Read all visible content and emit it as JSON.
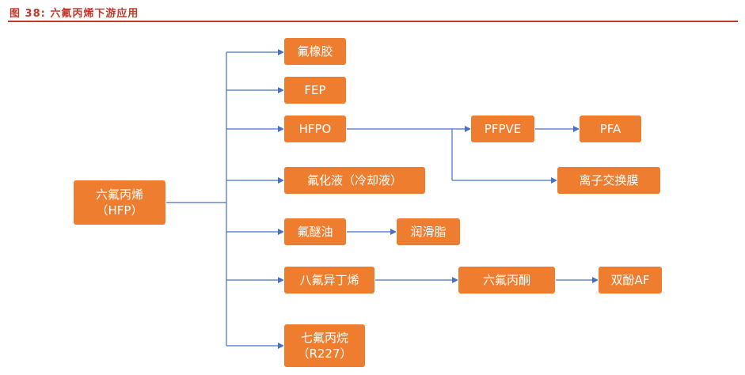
{
  "caption": {
    "figure_label": "图 38:",
    "title": "六氟丙烯下游应用"
  },
  "colors": {
    "node_fill": "#ef7d2f",
    "node_text": "#ffffff",
    "edge": "#4472c4",
    "caption": "#c0392b"
  },
  "nodes": {
    "root": {
      "line1": "六氟丙烯",
      "line2": "（HFP）"
    },
    "fluororubber": {
      "label": "氟橡胶"
    },
    "fep": {
      "label": "FEP"
    },
    "hfpo": {
      "label": "HFPO"
    },
    "fluoro_liquid": {
      "label": "氟化液（冷却液）"
    },
    "fluoro_ether_oil": {
      "label": "氟醚油"
    },
    "octafluoroisobutylene": {
      "label": "八氟异丁烯"
    },
    "heptafluoropropane": {
      "line1": "七氟丙烷",
      "line2": "（R227）"
    },
    "pfpve": {
      "label": "PFPVE"
    },
    "pfa": {
      "label": "PFA"
    },
    "ion_exchange_membrane": {
      "label": "离子交换膜"
    },
    "lubricating_grease": {
      "label": "润滑脂"
    },
    "hexafluoroacetone": {
      "label": "六氟丙酮"
    },
    "bisphenol_af": {
      "label": "双酚AF"
    }
  }
}
